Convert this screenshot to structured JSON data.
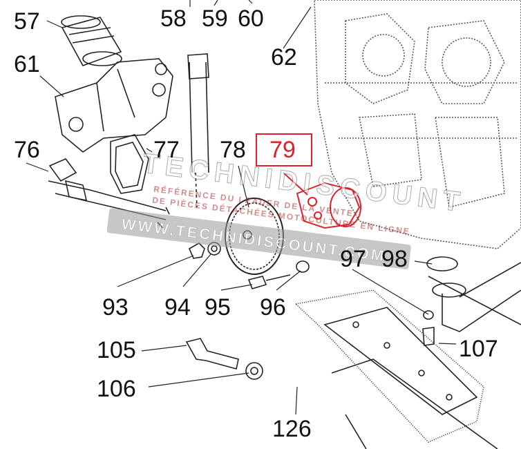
{
  "diagram": {
    "callouts": [
      {
        "id": "57",
        "text": "57"
      },
      {
        "id": "58",
        "text": "58"
      },
      {
        "id": "59",
        "text": "59"
      },
      {
        "id": "60",
        "text": "60"
      },
      {
        "id": "61",
        "text": "61"
      },
      {
        "id": "62",
        "text": "62"
      },
      {
        "id": "76",
        "text": "76"
      },
      {
        "id": "77",
        "text": "77"
      },
      {
        "id": "78",
        "text": "78"
      },
      {
        "id": "79",
        "text": "79"
      },
      {
        "id": "93",
        "text": "93"
      },
      {
        "id": "94",
        "text": "94"
      },
      {
        "id": "95",
        "text": "95"
      },
      {
        "id": "96",
        "text": "96"
      },
      {
        "id": "97",
        "text": "97"
      },
      {
        "id": "98",
        "text": "98"
      },
      {
        "id": "105",
        "text": "105"
      },
      {
        "id": "106",
        "text": "106"
      },
      {
        "id": "107",
        "text": "107"
      },
      {
        "id": "126",
        "text": "126"
      }
    ],
    "highlighted_part": "79",
    "highlight_color": "#e0202a"
  },
  "watermark": {
    "brand": "TECHNIDISCOUNT",
    "tagline_1": "RÉFÉRENCE DU LEADER DE LA VENTE",
    "tagline_2": "DE PIÈCES DÉTACHÉES MOTOCULTURE EN LIGNE",
    "url": "WWW.TECHNIDISCOUNT.COM"
  }
}
